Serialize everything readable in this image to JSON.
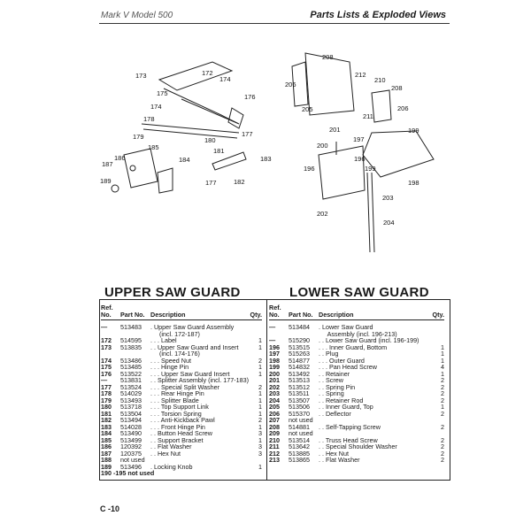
{
  "header": {
    "left": "Mark V Model 500",
    "right": "Parts Lists & Exploded Views"
  },
  "callouts_upper": [
    "172",
    "173",
    "174",
    "175",
    "174",
    "176",
    "178",
    "177",
    "179",
    "180",
    "185",
    "186",
    "184",
    "181",
    "183",
    "187",
    "189",
    "177",
    "182"
  ],
  "callouts_lower": [
    "208",
    "212",
    "210",
    "206",
    "208",
    "205",
    "211",
    "206",
    "201",
    "199",
    "197",
    "200",
    "196",
    "199",
    "196",
    "198",
    "203",
    "202",
    "204"
  ],
  "upper": {
    "title": "UPPER SAW GUARD",
    "headers": {
      "ref": "Ref.\nNo.",
      "part": "Part No.",
      "desc": "Description",
      "qty": "Qty."
    },
    "rows": [
      [
        "—",
        "513483",
        ". Upper Saw Guard Assembly",
        ""
      ],
      [
        "",
        "",
        "     (incl. 172-187)",
        ""
      ],
      [
        "172",
        "514595",
        ". . . Label",
        "1"
      ],
      [
        "173",
        "513835",
        ". . Upper Saw Guard and Insert",
        "1"
      ],
      [
        "",
        "",
        "     (incl. 174-176)",
        ""
      ],
      [
        "174",
        "513486",
        ". . . Speed Nut",
        "2"
      ],
      [
        "175",
        "513485",
        ". . . Hinge Pin",
        "1"
      ],
      [
        "176",
        "513522",
        ". . . Upper Saw Guard Insert",
        "1"
      ],
      [
        "—",
        "513831",
        ". . Splitter Assembly (incl. 177-183)",
        ""
      ],
      [
        "177",
        "513524",
        ". . . Special Split Washer",
        "2"
      ],
      [
        "178",
        "514029",
        ". . . Rear Hinge Pin",
        "1"
      ],
      [
        "179",
        "513493",
        ". . . Splitter Blade",
        "1"
      ],
      [
        "180",
        "513718",
        ". . . Top Support Link",
        "1"
      ],
      [
        "181",
        "513504",
        ". . . Torsion Spring",
        "1"
      ],
      [
        "182",
        "513494",
        ". . . Anti-Kickback Pawl",
        "2"
      ],
      [
        "183",
        "514028",
        ". . . Front Hinge Pin",
        "1"
      ],
      [
        "184",
        "513490",
        ". . Button Head Screw",
        "3"
      ],
      [
        "185",
        "513499",
        ". . Support Bracket",
        "1"
      ],
      [
        "186",
        "120392",
        ". . Flat Washer",
        "3"
      ],
      [
        "187",
        "120375",
        ". . Hex Nut",
        "3"
      ],
      [
        "188",
        "not used",
        "",
        ""
      ],
      [
        "189",
        "513496",
        ". Locking Knob",
        "1"
      ],
      [
        "190 -195 not used",
        "",
        "",
        ""
      ]
    ]
  },
  "lower": {
    "title": "LOWER SAW GUARD",
    "headers": {
      "ref": "Ref.\nNo.",
      "part": "Part No.",
      "desc": "Description",
      "qty": "Qty."
    },
    "rows": [
      [
        "—",
        "513484",
        ". Lower Saw Guard",
        ""
      ],
      [
        "",
        "",
        "     Assembly (incl. 196-213)",
        ""
      ],
      [
        "—",
        "515290",
        ". . Lower Saw Guard (incl. 196-199)",
        ""
      ],
      [
        "196",
        "513515",
        ". . . Inner Guard, Bottom",
        "1"
      ],
      [
        "197",
        "515263",
        ". . Plug",
        "1"
      ],
      [
        "198",
        "514877",
        ". . . Outer Guard",
        "1"
      ],
      [
        "199",
        "514832",
        ". . . Pan Head Screw",
        "4"
      ],
      [
        "200",
        "513492",
        ". . Retainer",
        "1"
      ],
      [
        "201",
        "513513",
        ". . Screw",
        "2"
      ],
      [
        "202",
        "513512",
        ". . Spring Pin",
        "2"
      ],
      [
        "203",
        "513511",
        ". . Spring",
        "2"
      ],
      [
        "204",
        "513507",
        ". . Retainer Rod",
        "2"
      ],
      [
        "205",
        "513506",
        ". . Inner Guard, Top",
        "1"
      ],
      [
        "206",
        "515370",
        ". . Deflector",
        "2"
      ],
      [
        "207",
        "not used",
        "",
        ""
      ],
      [
        "208",
        "514881",
        ". . Self-Tapping Screw",
        "2"
      ],
      [
        "209",
        "not used",
        "",
        ""
      ],
      [
        "210",
        "513514",
        ". . Truss Head Screw",
        "2"
      ],
      [
        "211",
        "513642",
        ". . Special Shoulder Washer",
        "2"
      ],
      [
        "212",
        "513885",
        ". . Hex Nut",
        "2"
      ],
      [
        "213",
        "513865",
        ". . Flat Washer",
        "2"
      ]
    ]
  },
  "footer": "C -10"
}
